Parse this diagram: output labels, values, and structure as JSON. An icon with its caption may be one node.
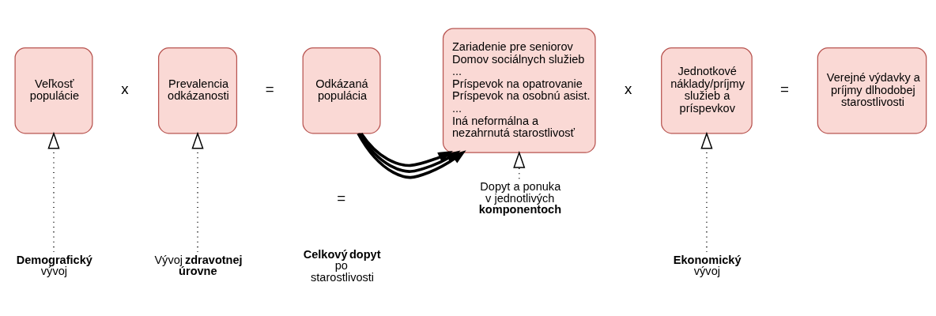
{
  "diagram": {
    "nodes": [
      {
        "text": [
          "Veľkosť populácie"
        ]
      },
      {
        "text": [
          "Prevalencia odkázanosti"
        ]
      },
      {
        "text": [
          "Odkázaná populácia"
        ]
      },
      {
        "text": [
          "Zariadenie pre seniorov",
          "Domov sociálnych služieb",
          "...",
          "Príspevok na opatrovanie",
          "Príspevok na osobnú asist.",
          "...",
          "Iná neformálna a nezahrnutá starostlivosť"
        ]
      },
      {
        "text": [
          "Jednotkové náklady/príjmy služieb a príspevkov"
        ]
      },
      {
        "text": [
          "Verejné výdavky a príjmy dlhodobej starostlivosti"
        ]
      },
      {
        "text": [
          "**Demografický** vývoj"
        ]
      },
      {
        "text": [
          "Vývoj **zdravotnej úrovne**"
        ]
      },
      {
        "text": [
          "Dopyt a ponuka v jednotlivých **komponentoch**"
        ]
      },
      {
        "text": [
          "**Ekonomický** vývoj"
        ]
      }
    ],
    "edges": [
      {
        "from": 2,
        "to": 3,
        "arrow": "to",
        "style": "thick"
      },
      {
        "from": 2,
        "to": 3,
        "arrow": "to",
        "style": "thick"
      },
      {
        "from": 2,
        "to": 3,
        "arrow": "to",
        "style": "thick"
      },
      {
        "from": 6,
        "to": 0,
        "arrow": "to",
        "style": "dashed"
      },
      {
        "from": 7,
        "to": 1,
        "arrow": "to",
        "style": "dashed"
      },
      {
        "from": 8,
        "to": 3,
        "arrow": "to",
        "style": "dashed"
      },
      {
        "from": 9,
        "to": 4,
        "arrow": "to",
        "style": "dashed"
      }
    ],
    "labels": [
      "x",
      "=",
      "x",
      "=",
      "=",
      "**Celkový dopyt** po starostlivosti"
    ]
  }
}
